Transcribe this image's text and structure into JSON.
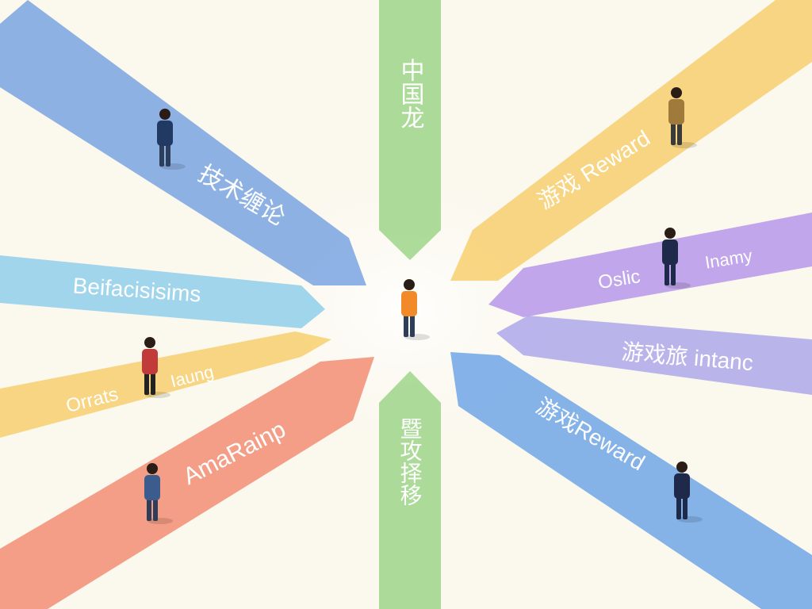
{
  "arrows": [
    {
      "id": "blue-top-left",
      "label": "技术缠论",
      "color": "#7aa4e2",
      "sub_label": ""
    },
    {
      "id": "cyan-left",
      "label": "Beifacisisims",
      "color": "#8fcfeb",
      "sub_label": ""
    },
    {
      "id": "yellow-left",
      "label": "Orrats",
      "color": "#f7cf6e",
      "sub_label": "Iaung"
    },
    {
      "id": "red-left",
      "label": "AmaRainp",
      "color": "#f28a70",
      "sub_label": ""
    },
    {
      "id": "green-top",
      "label": "中国龙",
      "color": "#9ed58a",
      "sub_label": ""
    },
    {
      "id": "green-bottom",
      "label": "暨攻择移",
      "color": "#9ed58a",
      "sub_label": ""
    },
    {
      "id": "yellow-right",
      "label": "游戏 Reward",
      "color": "#f7cf6e",
      "sub_label": ""
    },
    {
      "id": "purple-right",
      "label": "Oslic",
      "color": "#b394ea",
      "sub_label": "Inamy"
    },
    {
      "id": "lavender-right",
      "label": "游戏旅 intanc",
      "color": "#a9a6ea",
      "sub_label": ""
    },
    {
      "id": "blue-right",
      "label": "游戏Reward",
      "color": "#6aa4e6",
      "sub_label": ""
    }
  ],
  "figures": [
    {
      "id": "figure-center",
      "shirt": "#f28a2a",
      "pants": "#2c3e5a"
    },
    {
      "id": "figure-blue-arrow",
      "shirt": "#213a63",
      "pants": "#2c3e5a"
    },
    {
      "id": "figure-yellow-left",
      "shirt": "#c23b3b",
      "pants": "#222222"
    },
    {
      "id": "figure-red-arrow",
      "shirt": "#3d5c8e",
      "pants": "#2c3e5a"
    },
    {
      "id": "figure-yellow-right",
      "shirt": "#a07a3a",
      "pants": "#3a3a3a"
    },
    {
      "id": "figure-purple-right",
      "shirt": "#1f2a4a",
      "pants": "#1f2a4a"
    },
    {
      "id": "figure-blue-right",
      "shirt": "#1f2a4a",
      "pants": "#1f2a4a"
    }
  ]
}
